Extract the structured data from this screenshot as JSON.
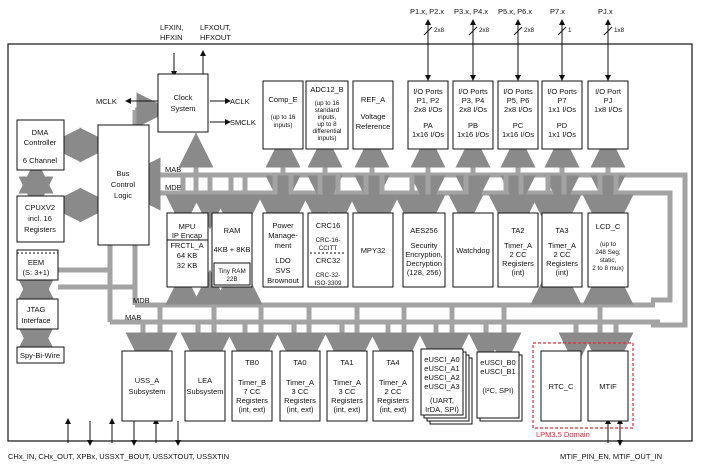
{
  "pins": {
    "lfxin": [
      "LFXIN,",
      "HFXIN"
    ],
    "lfxout": [
      "LFXOUT,",
      "HFXOUT"
    ],
    "p12": "P1.x, P2.x",
    "p34": "P3.x, P4.x",
    "p56": "P5.x, P6.x",
    "p7": "P7.x",
    "pj": "PJ.x",
    "w_2x8a": "2x8",
    "w_2x8b": "2x8",
    "w_2x8c": "2x8",
    "w_1": "1",
    "w_1x8": "1x8",
    "bottom_left": "CHx_IN, CHx_OUT, XPBx, USSXT_BOUT, USSXTOUT, USSXTIN",
    "bottom_right": "MTIF_PIN_EN, MTIF_OUT_IN"
  },
  "signals": {
    "mclk": "MCLK",
    "aclk": "ACLK",
    "smclk": "SMCLK"
  },
  "buses": {
    "mab": "MAB",
    "mdb": "MDB",
    "mdb2": "MDB",
    "mab2": "MAB"
  },
  "blocks": {
    "dma": [
      "DMA",
      "Controller",
      "",
      "6 Channel"
    ],
    "cpu": [
      "CPUXV2",
      "incl. 16",
      "Registers"
    ],
    "eem": [
      "EEM",
      "(S: 3+1)"
    ],
    "jtag": [
      "JTAG",
      "Interface"
    ],
    "spy": [
      "Spy-Bi-Wire"
    ],
    "clock": [
      "Clock",
      "System"
    ],
    "bus_logic": [
      "Bus",
      "Control",
      "Logic"
    ],
    "comp": [
      "Comp_E",
      "",
      "(up to 16",
      "inputs)"
    ],
    "adc": [
      "ADC12_B",
      "",
      "(up to 16",
      "standard",
      "inputs,",
      "up to 8",
      "differential",
      "inputs)"
    ],
    "ref": [
      "REF_A",
      "",
      "Voltage",
      "Reference"
    ],
    "io12": [
      "I/O Ports",
      "P1, P2",
      "2x8 I/Os",
      "",
      "PA",
      "1x16 I/Os"
    ],
    "io34": [
      "I/O Ports",
      "P3, P4",
      "2x8 I/Os",
      "",
      "PB",
      "1x16 I/Os"
    ],
    "io56": [
      "I/O Ports",
      "P5, P6",
      "2x8 I/Os",
      "",
      "PC",
      "1x16 I/Os"
    ],
    "io7": [
      "I/O Ports",
      "P7",
      "1x1 I/Os",
      "",
      "PD",
      "1x1 I/Os"
    ],
    "ioj": [
      "I/O Port",
      "PJ",
      "1x8 I/Os"
    ],
    "mpu": [
      "MPU",
      "IP Encap",
      "FRCTL_A",
      "64 KB",
      "32 KB"
    ],
    "ram": [
      "RAM",
      "",
      "4KB + 8KB"
    ],
    "tiny_ram": [
      "Tiny RAM",
      "22B"
    ],
    "power": [
      "Power",
      "Manage-",
      "ment",
      "",
      "LDO",
      "SVS",
      "Brownout"
    ],
    "crc16": [
      "CRC16",
      "",
      "CRC-16-",
      "CCITT"
    ],
    "crc32": [
      "CRC32",
      "",
      "CRC-32-",
      "ISO-3309"
    ],
    "mpy": [
      "MPY32"
    ],
    "aes": [
      "AES256",
      "",
      "Security",
      "Encryption,",
      "Decryption",
      "(128, 256)"
    ],
    "wdt": [
      "Watchdog"
    ],
    "ta2": [
      "TA2",
      "",
      "Timer_A",
      "2 CC",
      "Registers",
      "(int)"
    ],
    "ta3": [
      "TA3",
      "",
      "Timer_A",
      "2 CC",
      "Registers",
      "(int)"
    ],
    "lcd": [
      "LCD_C",
      "",
      "(up to",
      "248 Seg;",
      "static,",
      "2 to 8 mux)"
    ],
    "uss": [
      "USS_A",
      "Subsystem"
    ],
    "lea": [
      "LEA",
      "Subsystem"
    ],
    "tb0": [
      "TB0",
      "",
      "Timer_B",
      "7 CC",
      "Registers",
      "(int, ext)"
    ],
    "ta0": [
      "TA0",
      "",
      "Timer_A",
      "3 CC",
      "Registers",
      "(int, ext)"
    ],
    "ta1": [
      "TA1",
      "",
      "Timer_A",
      "3 CC",
      "Registers",
      "(int, ext)"
    ],
    "ta4": [
      "TA4",
      "",
      "Timer_A",
      "2 CC",
      "Registers",
      "(int, ext)"
    ],
    "usci_a": [
      "eUSCI_A0",
      "eUSCI_A1",
      "eUSCI_A2",
      "eUSCI_A3",
      "",
      "(UART,",
      "IrDA, SPI)"
    ],
    "usci_b": [
      "eUSCI_B0",
      "eUSCI_B1",
      "",
      "(I²C, SPI)"
    ],
    "rtc": [
      "RTC_C"
    ],
    "mtif": [
      "MTIF"
    ],
    "lpm": "LPM3.5 Domain"
  }
}
